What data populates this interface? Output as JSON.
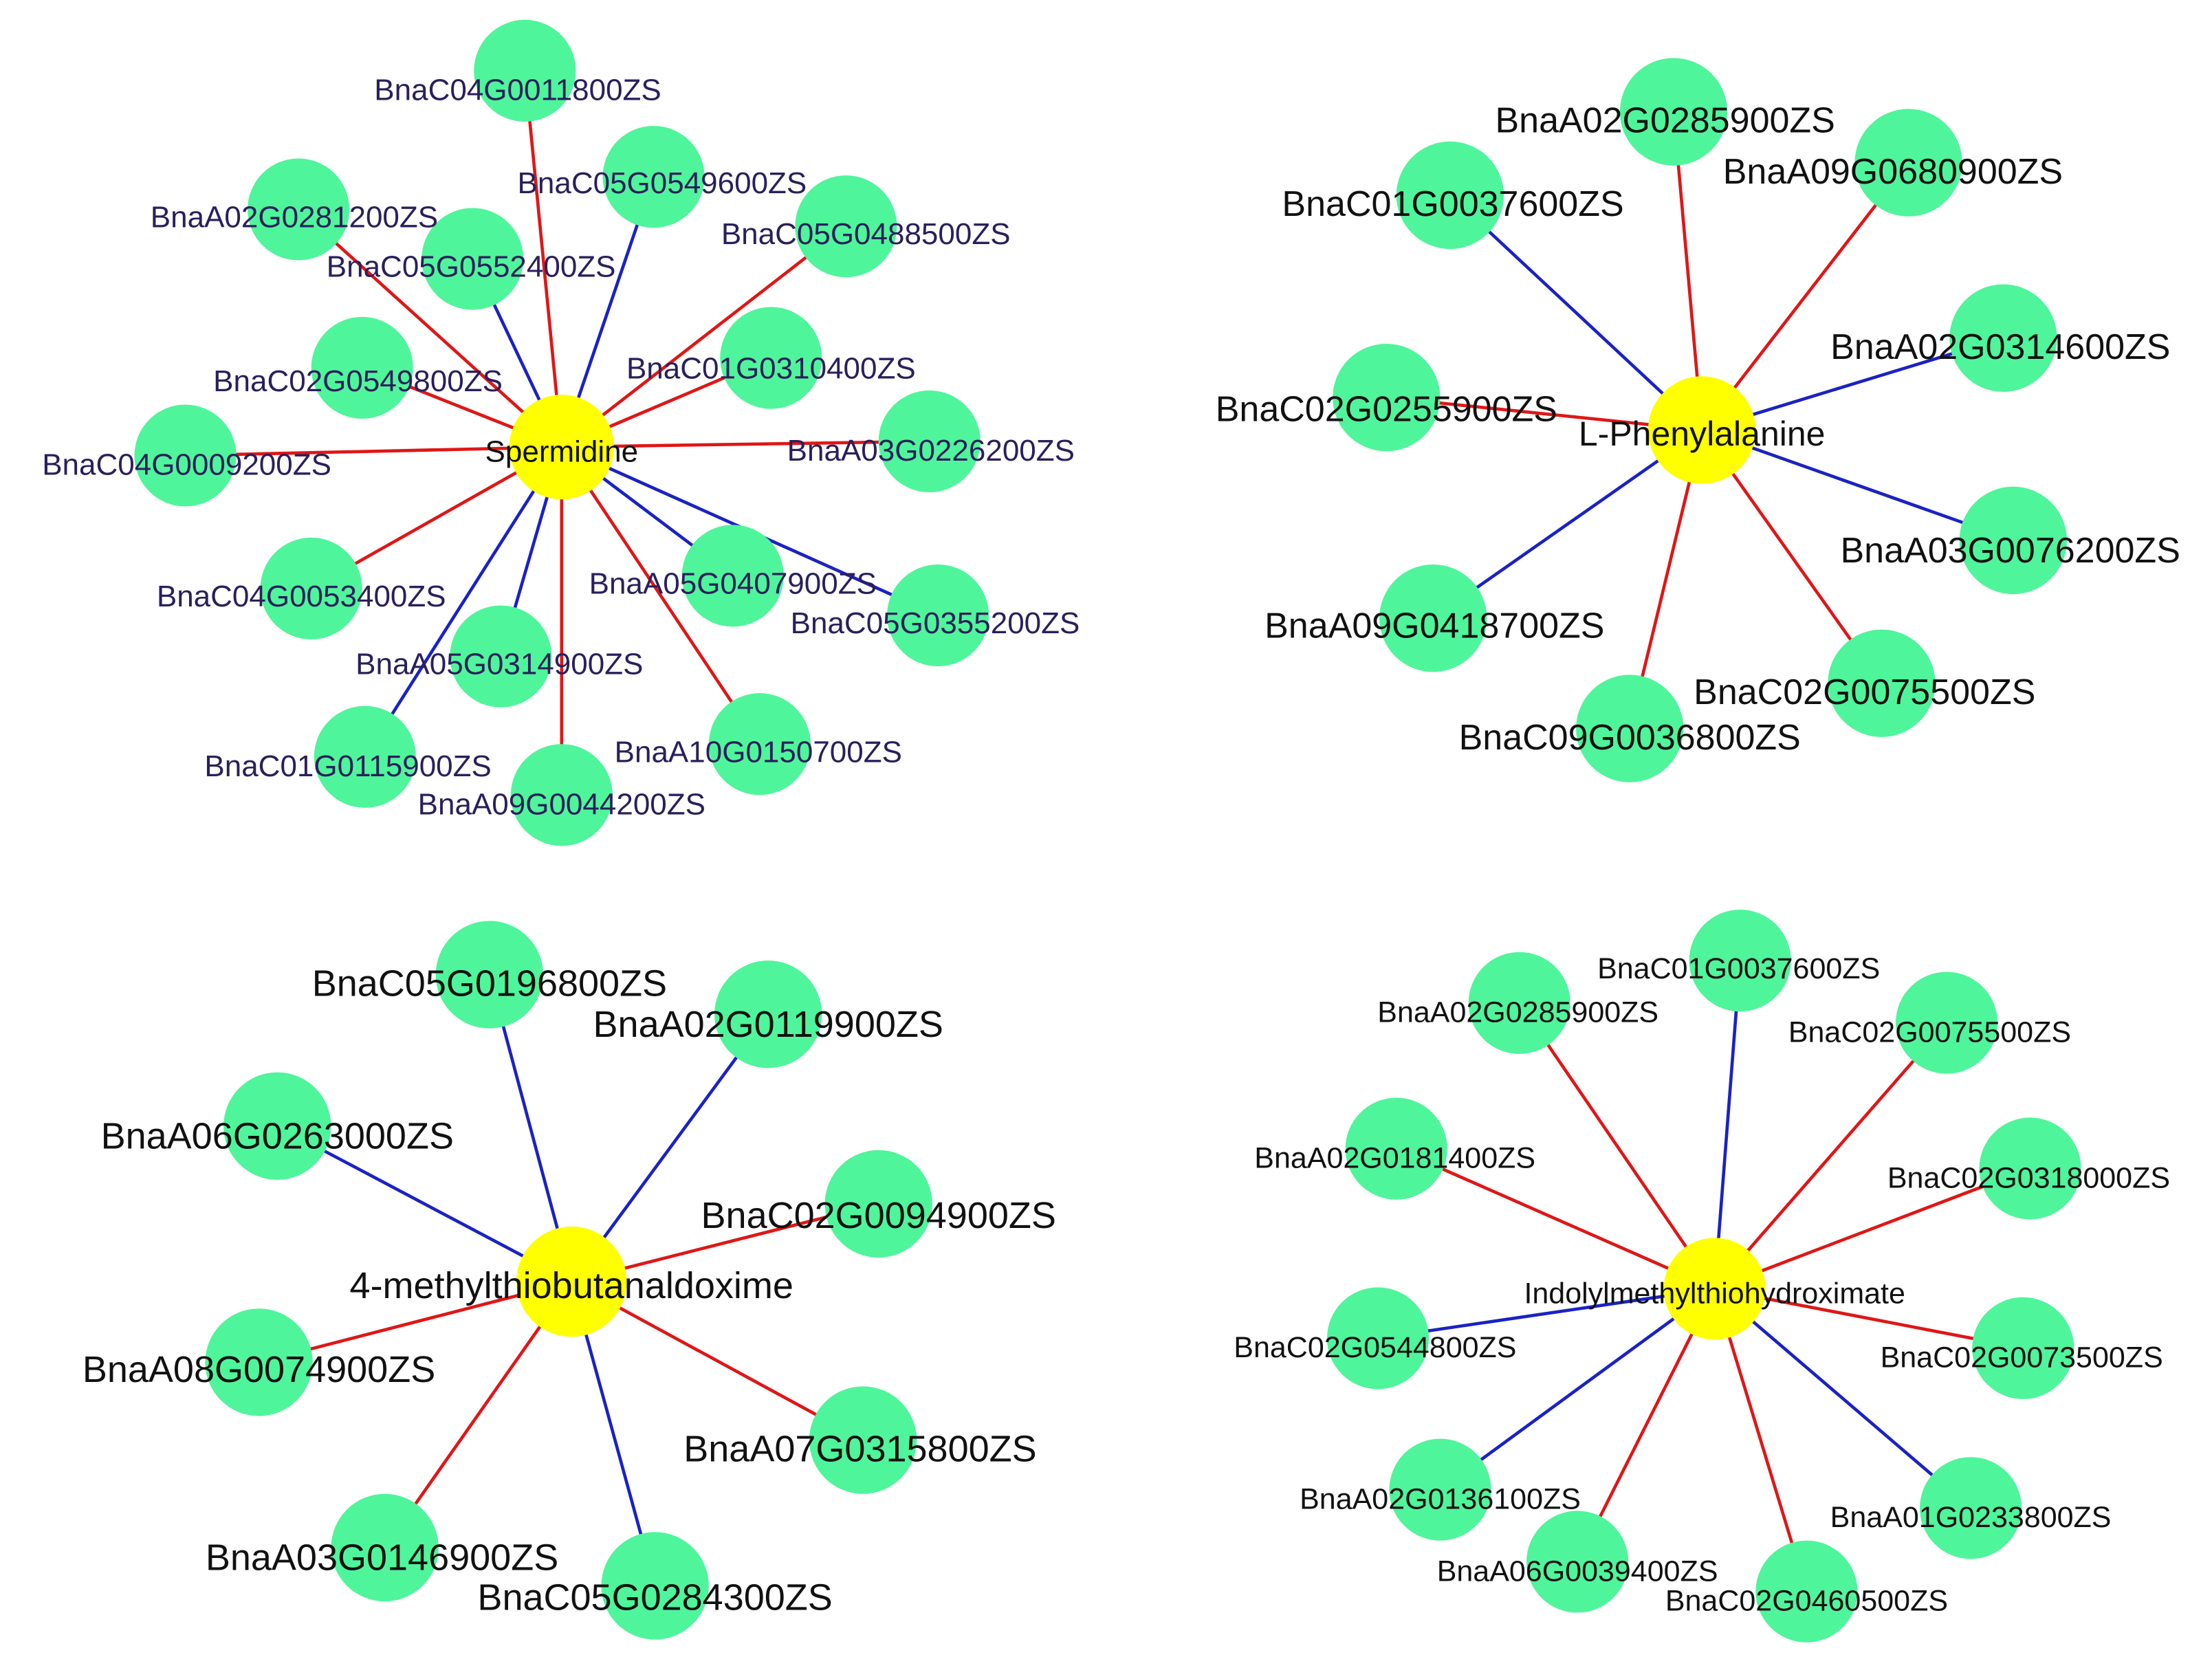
{
  "colors": {
    "positive_edge": "#e01616",
    "negative_edge": "#1a22c4",
    "gene_node": "#4ff59a",
    "metabolite_node": "#ffff00"
  },
  "panels": [
    {
      "hub": "Spermidine",
      "genes": [
        {
          "label": "BnaC04G0011800ZS",
          "edge": "positive"
        },
        {
          "label": "BnaC05G0549600ZS",
          "edge": "negative"
        },
        {
          "label": "BnaC05G0488500ZS",
          "edge": "positive"
        },
        {
          "label": "BnaA02G0281200ZS",
          "edge": "positive"
        },
        {
          "label": "BnaC05G0552400ZS",
          "edge": "negative"
        },
        {
          "label": "BnaC01G0310400ZS",
          "edge": "positive"
        },
        {
          "label": "BnaC02G0549800ZS",
          "edge": "positive"
        },
        {
          "label": "BnaA03G0226200ZS",
          "edge": "positive"
        },
        {
          "label": "BnaC04G0009200ZS",
          "edge": "positive"
        },
        {
          "label": "BnaC04G0053400ZS",
          "edge": "positive"
        },
        {
          "label": "BnaA05G0407900ZS",
          "edge": "negative"
        },
        {
          "label": "BnaC05G0355200ZS",
          "edge": "negative"
        },
        {
          "label": "BnaA05G0314900ZS",
          "edge": "negative"
        },
        {
          "label": "BnaA10G0150700ZS",
          "edge": "positive"
        },
        {
          "label": "BnaC01G0115900ZS",
          "edge": "negative"
        },
        {
          "label": "BnaA09G0044200ZS",
          "edge": "positive"
        }
      ]
    },
    {
      "hub": "L-Phenylalanine",
      "genes": [
        {
          "label": "BnaA02G0285900ZS",
          "edge": "positive"
        },
        {
          "label": "BnaA09G0680900ZS",
          "edge": "positive"
        },
        {
          "label": "BnaC01G0037600ZS",
          "edge": "negative"
        },
        {
          "label": "BnaA02G0314600ZS",
          "edge": "negative"
        },
        {
          "label": "BnaC02G0255900ZS",
          "edge": "positive"
        },
        {
          "label": "BnaA03G0076200ZS",
          "edge": "negative"
        },
        {
          "label": "BnaA09G0418700ZS",
          "edge": "negative"
        },
        {
          "label": "BnaC02G0075500ZS",
          "edge": "positive"
        },
        {
          "label": "BnaC09G0036800ZS",
          "edge": "positive"
        }
      ]
    },
    {
      "hub": "4-methylthiobutanaldoxime",
      "genes": [
        {
          "label": "BnaC05G0196800ZS",
          "edge": "negative"
        },
        {
          "label": "BnaA02G0119900ZS",
          "edge": "negative"
        },
        {
          "label": "BnaA06G0263000ZS",
          "edge": "negative"
        },
        {
          "label": "BnaC02G0094900ZS",
          "edge": "positive"
        },
        {
          "label": "BnaA08G0074900ZS",
          "edge": "positive"
        },
        {
          "label": "BnaA07G0315800ZS",
          "edge": "positive"
        },
        {
          "label": "BnaA03G0146900ZS",
          "edge": "positive"
        },
        {
          "label": "BnaC05G0284300ZS",
          "edge": "negative"
        }
      ]
    },
    {
      "hub": "Indolylmethylthiohydroximate",
      "genes": [
        {
          "label": "BnaC01G0037600ZS",
          "edge": "negative"
        },
        {
          "label": "BnaA02G0285900ZS",
          "edge": "positive"
        },
        {
          "label": "BnaC02G0075500ZS",
          "edge": "positive"
        },
        {
          "label": "BnaA02G0181400ZS",
          "edge": "positive"
        },
        {
          "label": "BnaC02G0318000ZS",
          "edge": "positive"
        },
        {
          "label": "BnaC02G0544800ZS",
          "edge": "negative"
        },
        {
          "label": "BnaC02G0073500ZS",
          "edge": "positive"
        },
        {
          "label": "BnaA02G0136100ZS",
          "edge": "negative"
        },
        {
          "label": "BnaA01G0233800ZS",
          "edge": "negative"
        },
        {
          "label": "BnaA06G0039400ZS",
          "edge": "positive"
        },
        {
          "label": "BnaC02G0460500ZS",
          "edge": "positive"
        }
      ]
    }
  ]
}
